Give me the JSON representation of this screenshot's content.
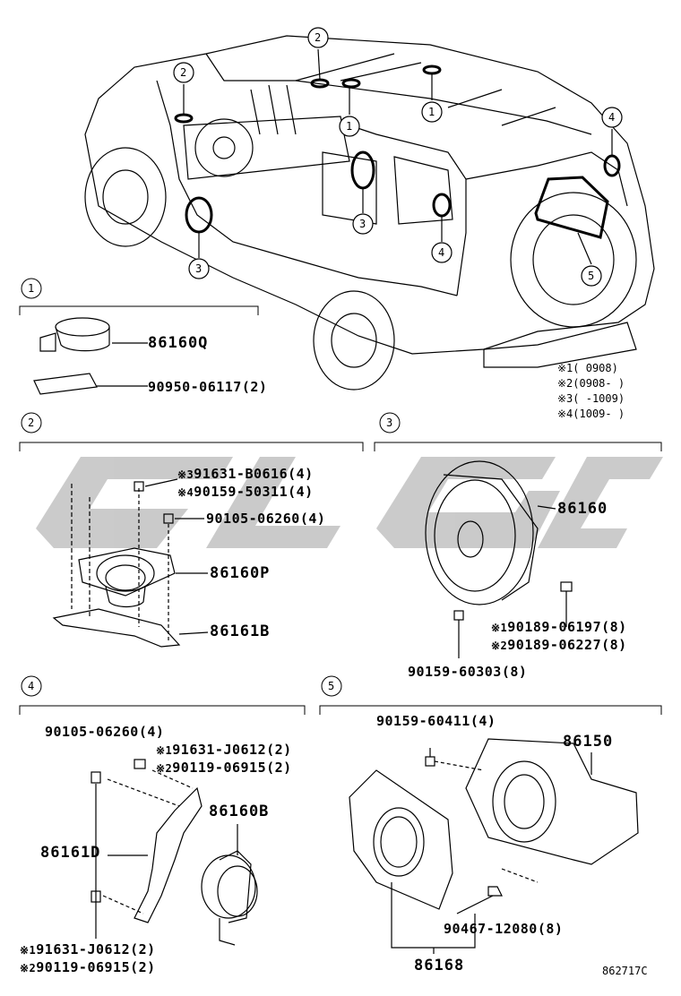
{
  "diagram": {
    "callouts": {
      "c1": "1",
      "c2": "2",
      "c3": "3",
      "c4": "4",
      "c5": "5"
    },
    "legend": [
      {
        "mark": "※1",
        "range": "(      0908)"
      },
      {
        "mark": "※2",
        "range": "(0908-      )"
      },
      {
        "mark": "※3",
        "range": "(      -1009)"
      },
      {
        "mark": "※4",
        "range": "(1009-      )"
      }
    ],
    "section1": {
      "label": "1",
      "p1": "86160Q",
      "p2": "90950-06117(2)"
    },
    "section2": {
      "label": "2",
      "p1_mark": "※3",
      "p1": "91631-B0616(4)",
      "p2_mark": "※4",
      "p2": "90159-50311(4)",
      "p3": "90105-06260(4)",
      "p4": "86160P",
      "p5": "86161B"
    },
    "section3": {
      "label": "3",
      "p1": "86160",
      "p2_mark": "※1",
      "p2": "90189-06197(8)",
      "p3_mark": "※2",
      "p3": "90189-06227(8)",
      "p4": "90159-60303(8)"
    },
    "section4": {
      "label": "4",
      "p1": "90105-06260(4)",
      "p2_mark": "※1",
      "p2": "91631-J0612(2)",
      "p3_mark": "※2",
      "p3": "90119-06915(2)",
      "p4": "86160B",
      "p5": "86161D",
      "p6_mark": "※1",
      "p6": "91631-J0612(2)",
      "p7_mark": "※2",
      "p7": "90119-06915(2)"
    },
    "section5": {
      "label": "5",
      "p1": "90159-60411(4)",
      "p2": "86150",
      "p3": "90467-12080(8)",
      "p4": "86168"
    },
    "figure_code": "862717C"
  }
}
